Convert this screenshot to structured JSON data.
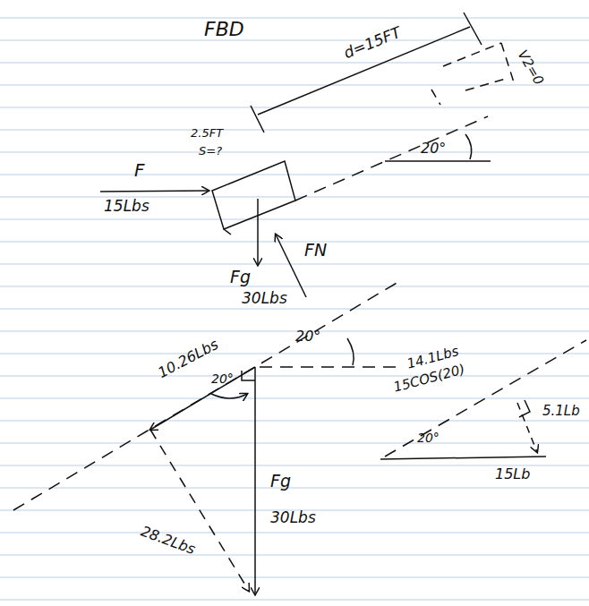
{
  "diagram": {
    "labels": [
      "FBD",
      "d=15FT",
      "2.5FT",
      "S=?",
      "V2=0",
      "20°",
      "F",
      "15Lbs",
      "FN",
      "Fg",
      "30Lbs",
      "20°",
      "10.26Lbs",
      "20°",
      "28.2Lbs",
      "Fg",
      "30Lbs",
      "14.1Lbs",
      "15COS(20)",
      "20°",
      "5.1Lb",
      "15Lb"
    ]
  }
}
